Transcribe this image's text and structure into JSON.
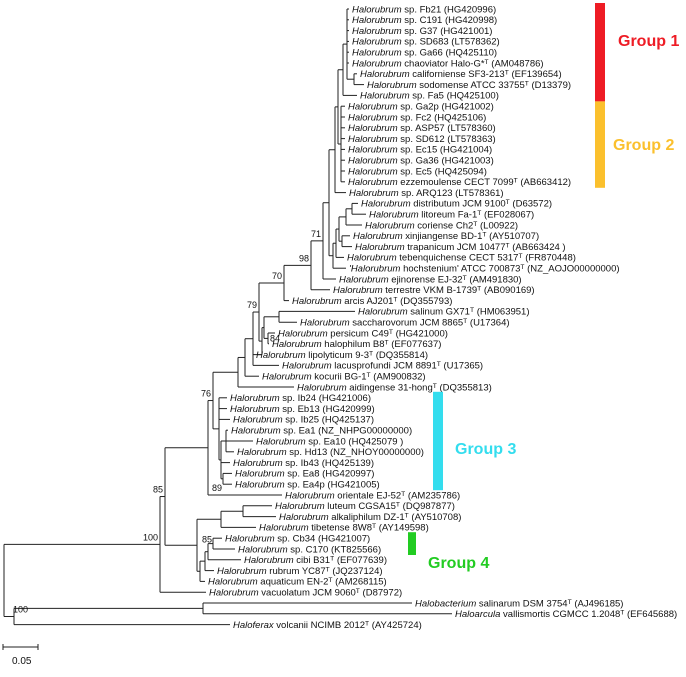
{
  "figure": "phylogenetic-tree",
  "leaves": [
    {
      "id": "fb21",
      "genus": "Halorubrum",
      "rest": "sp. Fb21 (HG420996)"
    },
    {
      "id": "c191",
      "genus": "Halorubrum",
      "rest": "sp. C191 (HG420998)"
    },
    {
      "id": "g37",
      "genus": "Halorubrum",
      "rest": "sp. G37 (HG421001)"
    },
    {
      "id": "sd683",
      "genus": "Halorubrum",
      "rest": "sp. SD683 (LT578362)"
    },
    {
      "id": "ga66",
      "genus": "Halorubrum",
      "rest": "sp. Ga66 (HQ425110)"
    },
    {
      "id": "chaoviator",
      "genus": "Halorubrum",
      "rest": "chaoviator Halo-G*ᵀ (AM048786)"
    },
    {
      "id": "californiense",
      "genus": "Halorubrum",
      "rest": "californiense SF3-213ᵀ (EF139654)"
    },
    {
      "id": "sodomense",
      "genus": "Halorubrum",
      "rest": "sodomense ATCC 33755ᵀ (D13379)"
    },
    {
      "id": "fa5",
      "genus": "Halorubrum",
      "rest": "sp. Fa5 (HQ425100)"
    },
    {
      "id": "ga2p",
      "genus": "Halorubrum",
      "rest": "sp. Ga2p (HG421002)"
    },
    {
      "id": "fc2",
      "genus": "Halorubrum",
      "rest": "sp. Fc2 (HQ425106)"
    },
    {
      "id": "asp57",
      "genus": "Halorubrum",
      "rest": "sp. ASP57 (LT578360)"
    },
    {
      "id": "sd612",
      "genus": "Halorubrum",
      "rest": "sp. SD612 (LT578363)"
    },
    {
      "id": "ec15",
      "genus": "Halorubrum",
      "rest": "sp. Ec15 (HG421004)"
    },
    {
      "id": "ga36",
      "genus": "Halorubrum",
      "rest": "sp. Ga36 (HG421003)"
    },
    {
      "id": "ec5",
      "genus": "Halorubrum",
      "rest": "sp. Ec5 (HQ425094)"
    },
    {
      "id": "ezzem",
      "genus": "Halorubrum",
      "rest": "ezzemoulense CECT 7099ᵀ (AB663412)"
    },
    {
      "id": "arq123",
      "genus": "Halorubrum",
      "rest": "sp. ARQ123 (LT578361)"
    },
    {
      "id": "distributum",
      "genus": "Halorubrum",
      "rest": "distributum JCM 9100ᵀ (D63572)"
    },
    {
      "id": "litoreum",
      "genus": "Halorubrum",
      "rest": "litoreum Fa-1ᵀ (EF028067)"
    },
    {
      "id": "coriense",
      "genus": "Halorubrum",
      "rest": "coriense Ch2ᵀ (L00922)"
    },
    {
      "id": "xinjiangense",
      "genus": "Halorubrum",
      "rest": "xinjiangense BD-1ᵀ (AY510707)"
    },
    {
      "id": "trapanicum",
      "genus": "Halorubrum",
      "rest": "trapanicum JCM 10477ᵀ (AB663424 )"
    },
    {
      "id": "tebenq",
      "genus": "Halorubrum",
      "rest": "tebenquichense CECT 5317ᵀ (FR870448)"
    },
    {
      "id": "hochstenium",
      "genus": "'Halorubrum",
      "rest": "hochstenium' ATCC 700873ᵀ (NZ_AOJO00000000)"
    },
    {
      "id": "ejinorense",
      "genus": "Halorubrum",
      "rest": "ejinorense EJ-32ᵀ (AM491830)"
    },
    {
      "id": "terrestre",
      "genus": "Halorubrum",
      "rest": "terrestre VKM B-1739ᵀ (AB090169)"
    },
    {
      "id": "arcis",
      "genus": "Halorubrum",
      "rest": "arcis AJ201ᵀ (DQ355793)"
    },
    {
      "id": "salinum",
      "genus": "Halorubrum",
      "rest": "salinum GX71ᵀ (HM063951)"
    },
    {
      "id": "saccharo",
      "genus": "Halorubrum",
      "rest": "saccharovorum JCM 8865ᵀ (U17364)"
    },
    {
      "id": "persicum",
      "genus": "Halorubrum",
      "rest": "persicum C49ᵀ (HG421000)"
    },
    {
      "id": "halophilum",
      "genus": "Halorubrum",
      "rest": "halophilum B8ᵀ (EF077637)"
    },
    {
      "id": "lipolyticum",
      "genus": "Halorubrum",
      "rest": "lipolyticum 9-3ᵀ (DQ355814)"
    },
    {
      "id": "lacus",
      "genus": "Halorubrum",
      "rest": "lacusprofundi JCM 8891ᵀ (U17365)"
    },
    {
      "id": "kocurii",
      "genus": "Halorubrum",
      "rest": "kocurii BG-1ᵀ (AM900832)"
    },
    {
      "id": "aidingense",
      "genus": "Halorubrum",
      "rest": "aidingense 31-hongᵀ (DQ355813)"
    },
    {
      "id": "ib24",
      "genus": "Halorubrum",
      "rest": "sp. Ib24 (HG421006)"
    },
    {
      "id": "eb13",
      "genus": "Halorubrum",
      "rest": "sp. Eb13 (HG420999)"
    },
    {
      "id": "ib25",
      "genus": "Halorubrum",
      "rest": "sp. Ib25 (HQ425137)"
    },
    {
      "id": "ea1",
      "genus": "Halorubrum",
      "rest": "sp. Ea1 (NZ_NHPG00000000)"
    },
    {
      "id": "ea10",
      "genus": "Halorubrum",
      "rest": "sp. Ea10 (HQ425079 )"
    },
    {
      "id": "hd13",
      "genus": "Halorubrum",
      "rest": "sp. Hd13 (NZ_NHOY00000000)"
    },
    {
      "id": "ib43",
      "genus": "Halorubrum",
      "rest": "sp. Ib43 (HQ425139)"
    },
    {
      "id": "ea8",
      "genus": "Halorubrum",
      "rest": "sp. Ea8 (HG420997)"
    },
    {
      "id": "ea4p",
      "genus": "Halorubrum",
      "rest": "sp. Ea4p (HG421005)"
    },
    {
      "id": "orientale",
      "genus": "Halorubrum",
      "rest": "orientale EJ-52ᵀ (AM235786)"
    },
    {
      "id": "luteum",
      "genus": "Halorubrum",
      "rest": "luteum CGSA15ᵀ (DQ987877)"
    },
    {
      "id": "alkaliphilum",
      "genus": "Halorubrum",
      "rest": "alkaliphilum DZ-1ᵀ (AY510708)"
    },
    {
      "id": "tibetense",
      "genus": "Halorubrum",
      "rest": "tibetense 8W8ᵀ (AY149598)"
    },
    {
      "id": "cb34",
      "genus": "Halorubrum",
      "rest": "sp. Cb34 (HG421007)"
    },
    {
      "id": "c170",
      "genus": "Halorubrum",
      "rest": "sp. C170 (KT825566)"
    },
    {
      "id": "cibi",
      "genus": "Halorubrum",
      "rest": "cibi B31ᵀ (EF077639)"
    },
    {
      "id": "rubrum",
      "genus": "Halorubrum",
      "rest": "rubrum YC87ᵀ (JQ237124)"
    },
    {
      "id": "aquaticum",
      "genus": "Halorubrum",
      "rest": "aquaticum EN-2ᵀ (AM268115)"
    },
    {
      "id": "vacuolatum",
      "genus": "Halorubrum",
      "rest": "vacuolatum JCM 9060ᵀ (D87972)"
    },
    {
      "id": "halobacterium",
      "genus": "Halobacterium",
      "rest": "salinarum DSM 3754ᵀ (AJ496185)"
    },
    {
      "id": "haloarcula",
      "genus": "Haloarcula",
      "rest": "vallismortis CGMCC 1.2048ᵀ (EF645688)"
    },
    {
      "id": "haloferax",
      "genus": "Haloferax",
      "rest": "volcanii NCIMB 2012ᵀ (AY425724)"
    }
  ],
  "bootstrap": [
    "71",
    "98",
    "70",
    "79",
    "84",
    "76",
    "85",
    "89",
    "85",
    "100",
    "100"
  ],
  "groups": [
    {
      "label": "Group 1",
      "color": "#ee1c25"
    },
    {
      "label": "Group 2",
      "color": "#fbc02d"
    },
    {
      "label": "Group 3",
      "color": "#33ddee"
    },
    {
      "label": "Group 4",
      "color": "#22cc22"
    }
  ],
  "scale_bar": {
    "label": "0.05"
  }
}
